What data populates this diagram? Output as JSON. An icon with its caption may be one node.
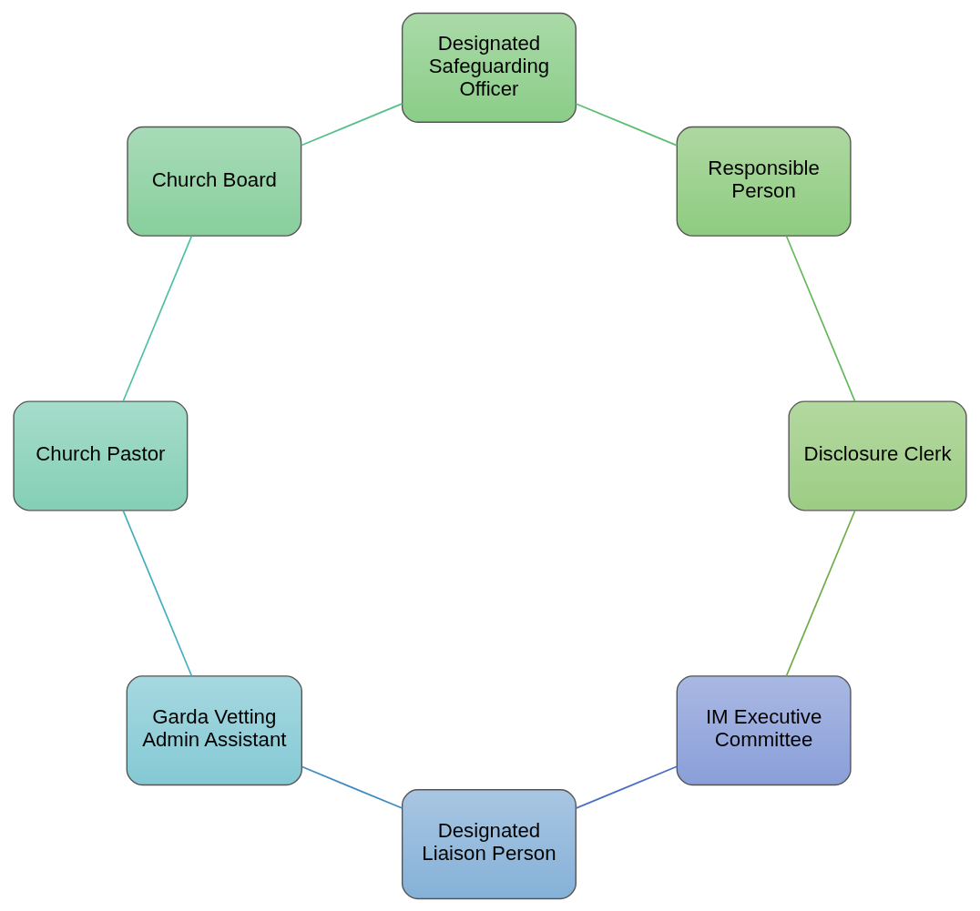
{
  "diagram": {
    "nodes": [
      {
        "text": [
          "IM Executive Committee"
        ]
      },
      {
        "text": [
          "Designated Liaison Person"
        ]
      },
      {
        "text": [
          "Garda Vetting Admin Assistant"
        ]
      },
      {
        "text": [
          "Church Pastor"
        ]
      },
      {
        "text": [
          "Church Board"
        ]
      },
      {
        "text": [
          "Designated Safeguarding Officer"
        ]
      },
      {
        "text": [
          "Responsible Person"
        ]
      },
      {
        "text": [
          "Disclosure Clerk"
        ]
      }
    ],
    "edges": [
      {
        "from": 0,
        "to": 1,
        "arrow": "none",
        "color": "#4a6fc4"
      },
      {
        "from": 1,
        "to": 2,
        "arrow": "none",
        "color": "#3f8bbf"
      },
      {
        "from": 2,
        "to": 3,
        "arrow": "none",
        "color": "#45adc0"
      },
      {
        "from": 3,
        "to": 4,
        "arrow": "none",
        "color": "#4fc0a4"
      },
      {
        "from": 4,
        "to": 5,
        "arrow": "none",
        "color": "#58bf8c"
      },
      {
        "from": 5,
        "to": 6,
        "arrow": "none",
        "color": "#5cbf70"
      },
      {
        "from": 6,
        "to": 7,
        "arrow": "none",
        "color": "#66b85c"
      },
      {
        "from": 7,
        "to": 0,
        "arrow": "none",
        "color": "#70ad47"
      }
    ]
  }
}
